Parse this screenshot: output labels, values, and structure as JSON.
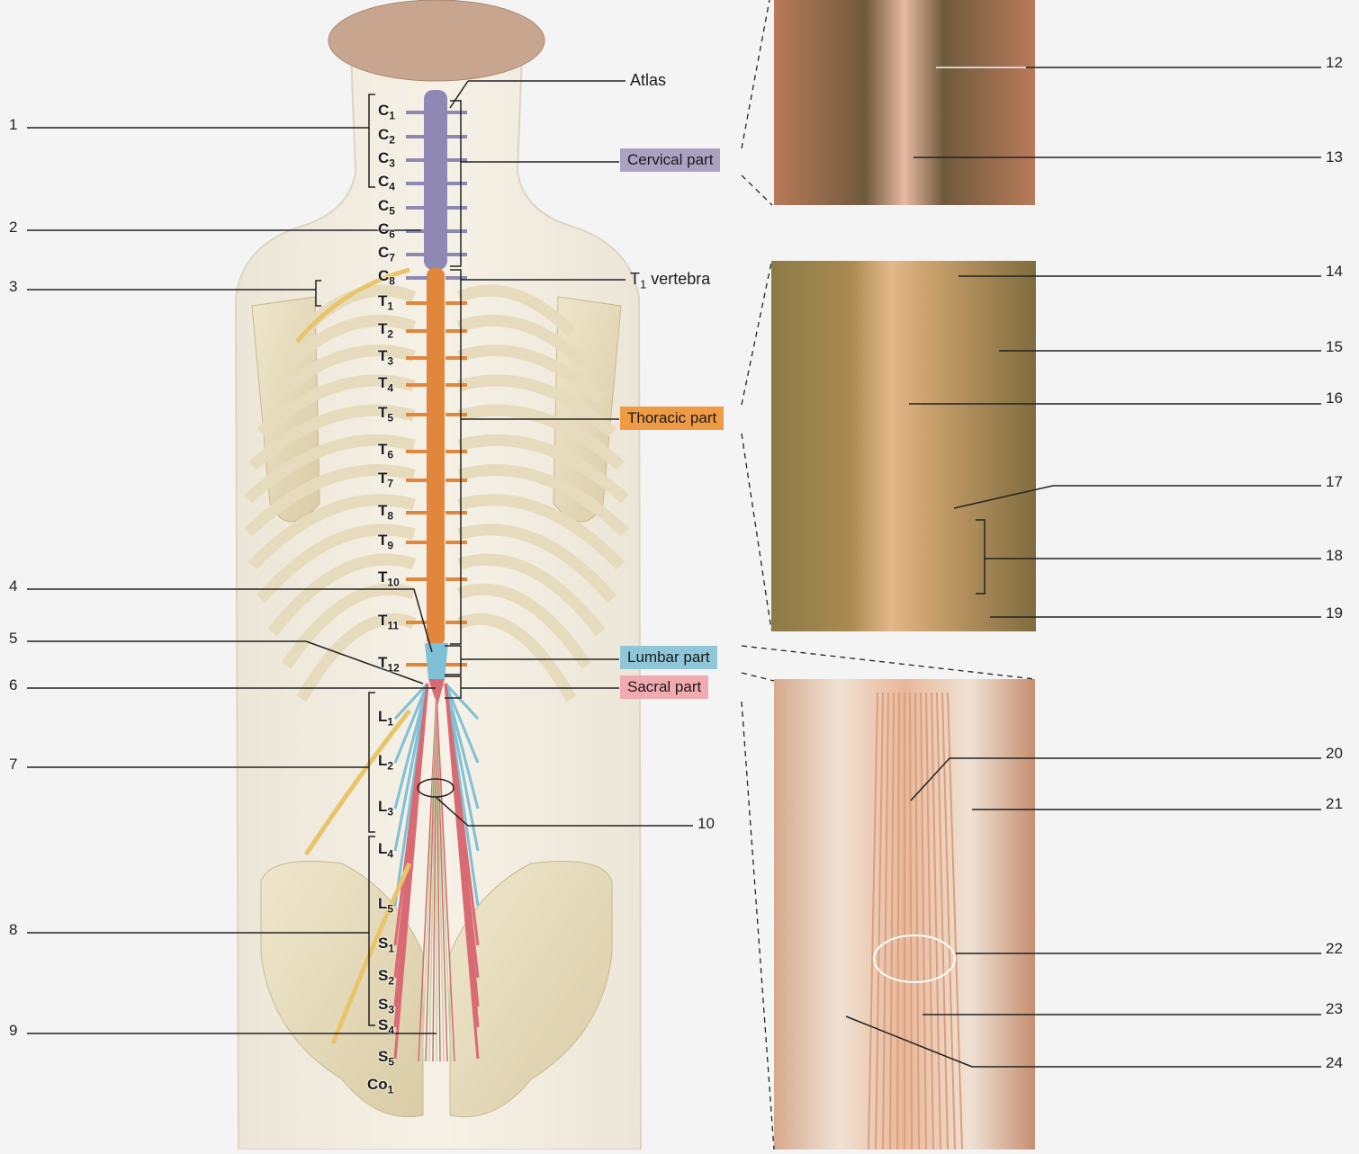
{
  "left_numbers": [
    "1",
    "2",
    "3",
    "4",
    "5",
    "6",
    "7",
    "8",
    "9"
  ],
  "right_numbers": [
    "12",
    "13",
    "14",
    "15",
    "16",
    "17",
    "18",
    "19",
    "20",
    "21",
    "22",
    "23",
    "24"
  ],
  "inner_number": "10",
  "labels": {
    "atlas": "Atlas",
    "t1_main": "T",
    "t1_sub": "1",
    "t1_rest": " vertebra"
  },
  "regions": [
    {
      "label": "Cervical part",
      "color": "#a9a2c0"
    },
    {
      "label": "Thoracic part",
      "color": "#ef9a45"
    },
    {
      "label": "Lumbar part",
      "color": "#8fc7d8"
    },
    {
      "label": "Sacral part",
      "color": "#f0aab0"
    }
  ],
  "vertebrae": [
    {
      "l": "C",
      "s": "1"
    },
    {
      "l": "C",
      "s": "2"
    },
    {
      "l": "C",
      "s": "3"
    },
    {
      "l": "C",
      "s": "4"
    },
    {
      "l": "C",
      "s": "5"
    },
    {
      "l": "C",
      "s": "6"
    },
    {
      "l": "C",
      "s": "7"
    },
    {
      "l": "C",
      "s": "8"
    },
    {
      "l": "T",
      "s": "1"
    },
    {
      "l": "T",
      "s": "2"
    },
    {
      "l": "T",
      "s": "3"
    },
    {
      "l": "T",
      "s": "4"
    },
    {
      "l": "T",
      "s": "5"
    },
    {
      "l": "T",
      "s": "6"
    },
    {
      "l": "T",
      "s": "7"
    },
    {
      "l": "T",
      "s": "8"
    },
    {
      "l": "T",
      "s": "9"
    },
    {
      "l": "T",
      "s": "10"
    },
    {
      "l": "T",
      "s": "11"
    },
    {
      "l": "T",
      "s": "12"
    },
    {
      "l": "L",
      "s": "1"
    },
    {
      "l": "L",
      "s": "2"
    },
    {
      "l": "L",
      "s": "3"
    },
    {
      "l": "L",
      "s": "4"
    },
    {
      "l": "L",
      "s": "5"
    },
    {
      "l": "S",
      "s": "1"
    },
    {
      "l": "S",
      "s": "2"
    },
    {
      "l": "S",
      "s": "3"
    },
    {
      "l": "S",
      "s": "4"
    },
    {
      "l": "S",
      "s": "5"
    },
    {
      "l": "Co",
      "s": "1"
    }
  ],
  "colors": {
    "cervical": "#8e88b4",
    "thoracic": "#e0873d",
    "lumbar": "#7fc0d6",
    "sacral": "#d86a73",
    "nerve": "#e8c46a",
    "bone": "#e9dfc2",
    "photo": "#c98f6e"
  }
}
